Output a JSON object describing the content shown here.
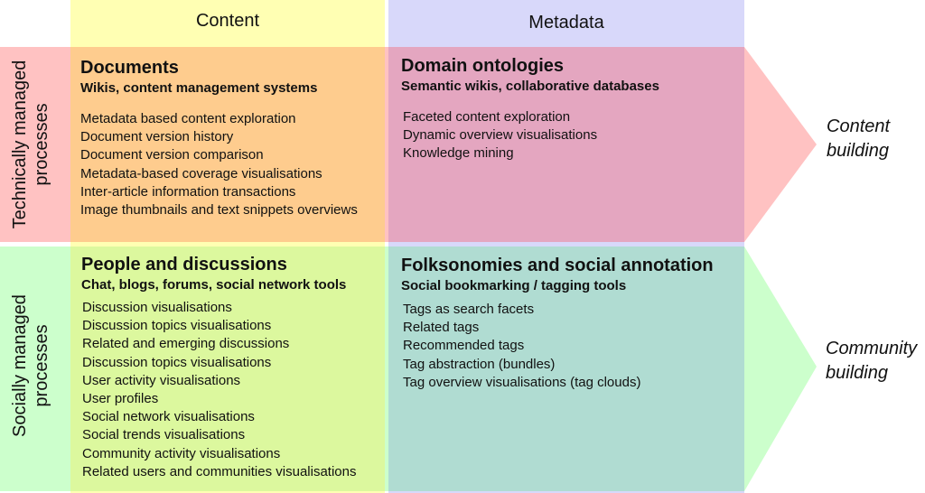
{
  "columns": {
    "content": "Content",
    "metadata": "Metadata"
  },
  "rows": {
    "technical": [
      "Technically managed",
      "processes"
    ],
    "social": [
      "Socially managed",
      "processes"
    ]
  },
  "cells": {
    "documents": {
      "title": "Documents",
      "subtitle": "Wikis, content management systems",
      "items": [
        "Metadata based content exploration",
        "Document version history",
        "Document version comparison",
        "Metadata-based coverage visualisations",
        "Inter-article information transactions",
        "Image thumbnails and text snippets overviews"
      ]
    },
    "ontologies": {
      "title": "Domain ontologies",
      "subtitle": "Semantic wikis, collaborative databases",
      "items": [
        "Faceted content exploration",
        "Dynamic overview visualisations",
        "Knowledge mining"
      ]
    },
    "people": {
      "title": "People and discussions",
      "subtitle": "Chat, blogs, forums, social network tools",
      "items": [
        "Discussion visualisations",
        "Discussion topics visualisations",
        "Related and emerging discussions",
        "Discussion topics visualisations",
        "User activity visualisations",
        "User profiles",
        "Social network visualisations",
        "Social trends visualisations",
        "Community activity visualisations",
        "Related users and communities visualisations"
      ]
    },
    "folksonomies": {
      "title": "Folksonomies and social annotation",
      "subtitle": "Social bookmarking / tagging tools",
      "items": [
        "Tags as search facets",
        "Related tags",
        "Recommended tags",
        "Tag abstraction (bundles)",
        "Tag overview visualisations (tag clouds)"
      ]
    }
  },
  "outcomes": {
    "content": [
      "Content",
      "building"
    ],
    "community": [
      "Community",
      "building"
    ]
  },
  "colors": {
    "content_col": "#ffffb3",
    "metadata_col": "#d8d8fa",
    "tech_row": "#ffc2c2",
    "social_row": "#ccffcc",
    "documents": "#fecc8e",
    "ontologies": "#e4a6c0",
    "people": "#dcf89e",
    "folksonomies": "#b0dcd2"
  }
}
